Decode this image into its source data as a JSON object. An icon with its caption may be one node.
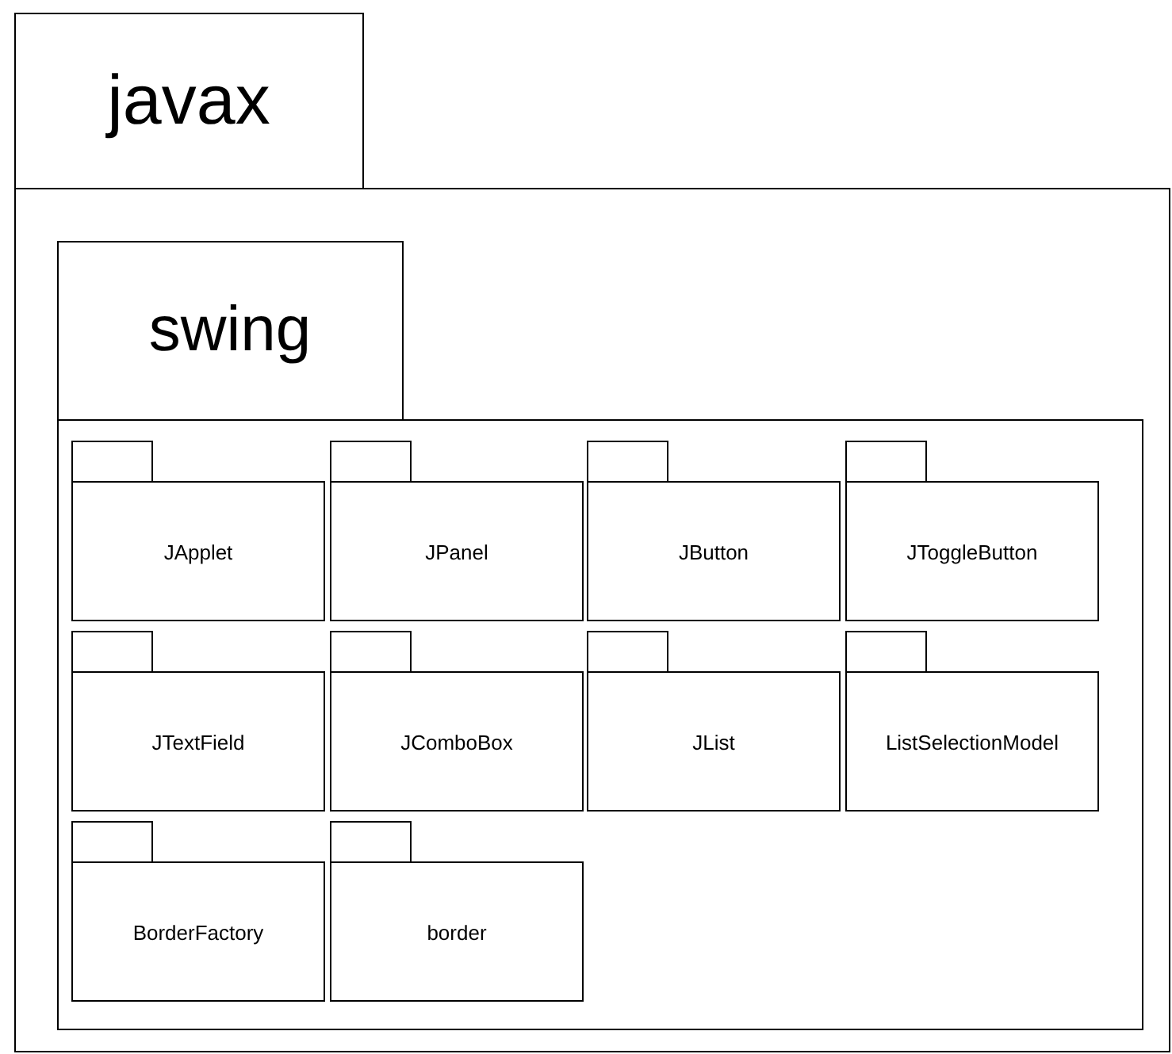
{
  "diagram": {
    "nodes": [
      {
        "text": [
          "javax"
        ]
      },
      {
        "text": [
          "swing"
        ],
        "in": 0
      },
      {
        "text": [
          "JApplet"
        ],
        "in": 1
      },
      {
        "text": [
          "JPanel"
        ],
        "in": 1
      },
      {
        "text": [
          "JButton"
        ],
        "in": 1
      },
      {
        "text": [
          "JToggleButton"
        ],
        "in": 1
      },
      {
        "text": [
          "JTextField"
        ],
        "in": 1
      },
      {
        "text": [
          "JComboBox"
        ],
        "in": 1
      },
      {
        "text": [
          "JList"
        ],
        "in": 1
      },
      {
        "text": [
          "ListSelectionModel"
        ],
        "in": 1
      },
      {
        "text": [
          "BorderFactory"
        ],
        "in": 1
      },
      {
        "text": [
          "border"
        ],
        "in": 1
      }
    ]
  }
}
